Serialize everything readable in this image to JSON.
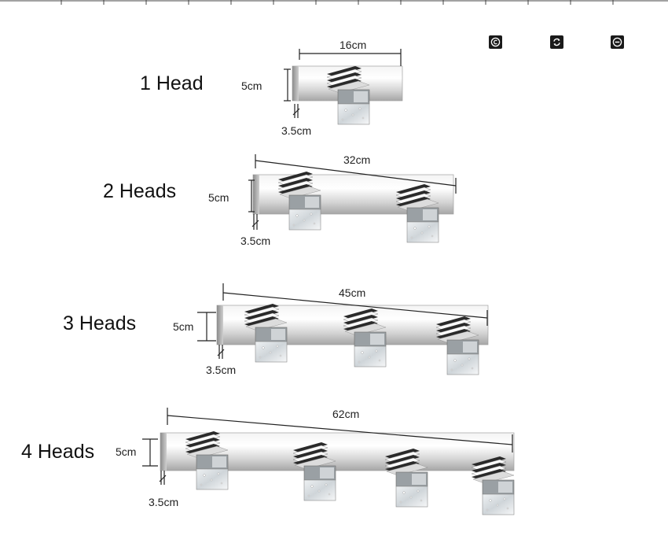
{
  "toolbar": {
    "icons": [
      "copyright-icon",
      "refresh-icon",
      "minus-icon"
    ]
  },
  "variants": [
    {
      "title": "1 Head",
      "width": "16cm",
      "height": "5cm",
      "depth": "3.5cm",
      "heads": 1
    },
    {
      "title": "2 Heads",
      "width": "32cm",
      "height": "5cm",
      "depth": "3.5cm",
      "heads": 2
    },
    {
      "title": "3 Heads",
      "width": "45cm",
      "height": "5cm",
      "depth": "3.5cm",
      "heads": 3
    },
    {
      "title": "4 Heads",
      "width": "62cm",
      "height": "5cm",
      "depth": "3.5cm",
      "heads": 4
    }
  ]
}
